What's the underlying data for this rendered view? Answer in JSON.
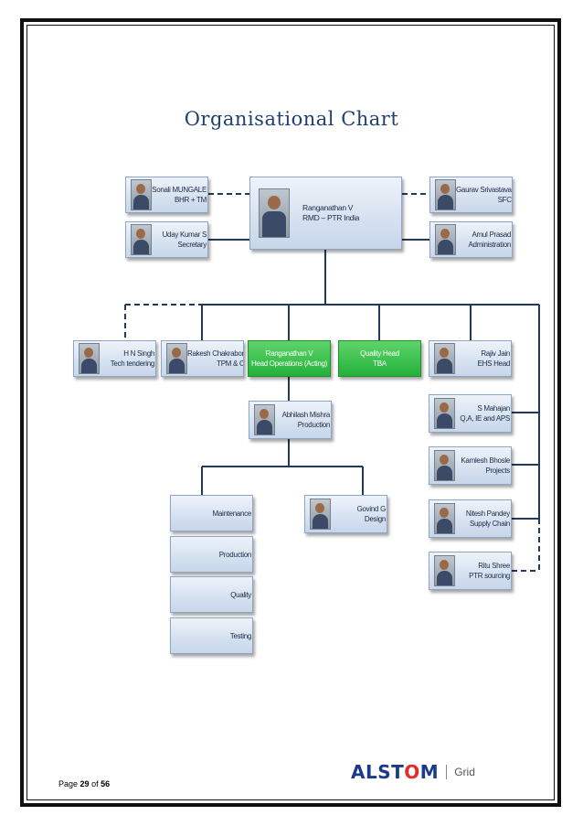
{
  "title": "Organisational Chart",
  "nodes": {
    "sonali": {
      "line1": "Sonali MUNGALE",
      "line2": "BHR + TM"
    },
    "uday": {
      "line1": "Uday Kumar S",
      "line2": "Secretary"
    },
    "ceo": {
      "line1": "Ranganathan V",
      "line2": "RMD – PTR India"
    },
    "gaurav": {
      "line1": "Gaurav Srivastava",
      "line2": "SFC"
    },
    "amul": {
      "line1": "Amul Prasad",
      "line2": "Administration"
    },
    "hn": {
      "line1": "H N Singh",
      "line2": "Tech tendering"
    },
    "rakesh": {
      "line1": "Rakesh Chakraborty",
      "line2": "TPM & CS"
    },
    "ranga_ops": {
      "line1": "Ranganathan V",
      "line2": "Head Operations (Acting)"
    },
    "quality_head": {
      "line1": "Quality Head",
      "line2": "TBA"
    },
    "rajiv": {
      "line1": "Rajiv Jain",
      "line2": "EHS Head"
    },
    "abhilash": {
      "line1": "Abhilash Mishra",
      "line2": "Production"
    },
    "smahajan": {
      "line1": "S Mahajan",
      "line2": "Q,A, IE and APS"
    },
    "kamlesh": {
      "line1": "Kamlesh Bhosle",
      "line2": "Projects"
    },
    "nitesh": {
      "line1": "Nitesh Pandey",
      "line2": "Supply Chain"
    },
    "ritu": {
      "line1": "Ritu Shree",
      "line2": "PTR sourcing"
    },
    "govind": {
      "line1": "Govind G",
      "line2": "Design"
    },
    "maintenance": {
      "line1": "Maintenance"
    },
    "production": {
      "line1": "Production"
    },
    "quality": {
      "line1": "Quality"
    },
    "testing": {
      "line1": "Testing"
    }
  },
  "footer": {
    "page_label": "Page",
    "page_number": "29",
    "of_label": "of",
    "total_pages": "56"
  },
  "logo": {
    "brand_pre": "ALST",
    "brand_o": "O",
    "brand_post": "M",
    "sub": "Grid"
  },
  "colors": {
    "line": "#1f3a5c",
    "title": "#1f3f6e",
    "green": "#24b13a",
    "logo_blue": "#1b3a8c",
    "logo_red": "#e22b2b"
  }
}
